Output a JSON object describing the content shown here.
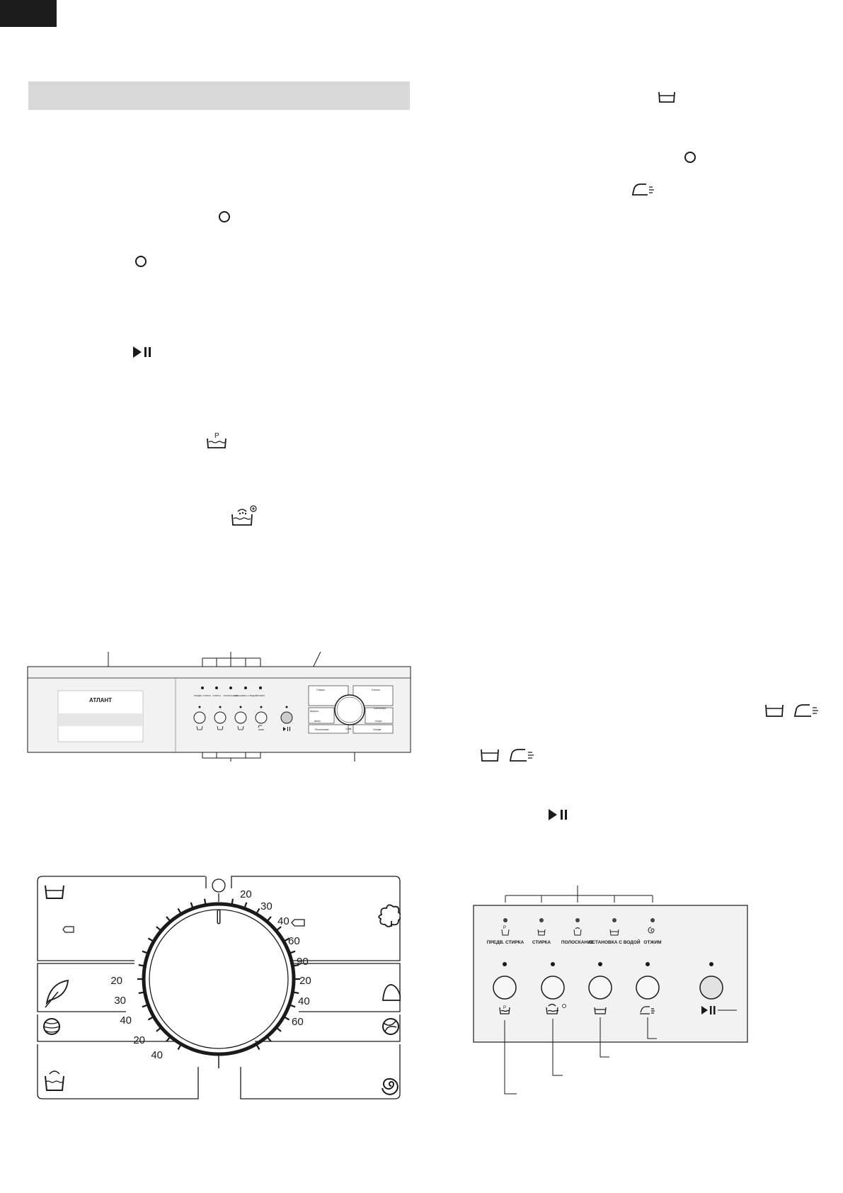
{
  "panel": {
    "logo": "АТЛАНТ",
    "labels": [
      "ПРЕДВ. СТИРКА",
      "СТИРКА",
      "ПОЛОСКАНИЕ",
      "ОСТАНОВКА С ВОДОЙ",
      "ОТЖИМ"
    ],
    "dial_segments": [
      "Стирка",
      "Хлопок",
      "Синтетика",
      "Шерсть",
      "Полоскание",
      "Отжим",
      "Слив",
      "Спорт",
      "Шелк"
    ]
  },
  "dial": {
    "right_top": [
      "20",
      "30",
      "40",
      "60",
      "90"
    ],
    "right_mid": [
      "20",
      "40",
      "60"
    ],
    "left_mid": [
      "20",
      "30",
      "40"
    ],
    "left_bottom": [
      "20",
      "40"
    ]
  },
  "button_panel": {
    "labels": [
      "ПРЕДВ. СТИРКА",
      "СТИРКА",
      "ПОЛОСКАНИЕ",
      "ОСТАНОВКА С ВОДОЙ",
      "ОТЖИМ"
    ]
  },
  "colors": {
    "dark": "#1b1b1b",
    "bar": "#d8d8d8",
    "panel": "#f2f2f2"
  }
}
